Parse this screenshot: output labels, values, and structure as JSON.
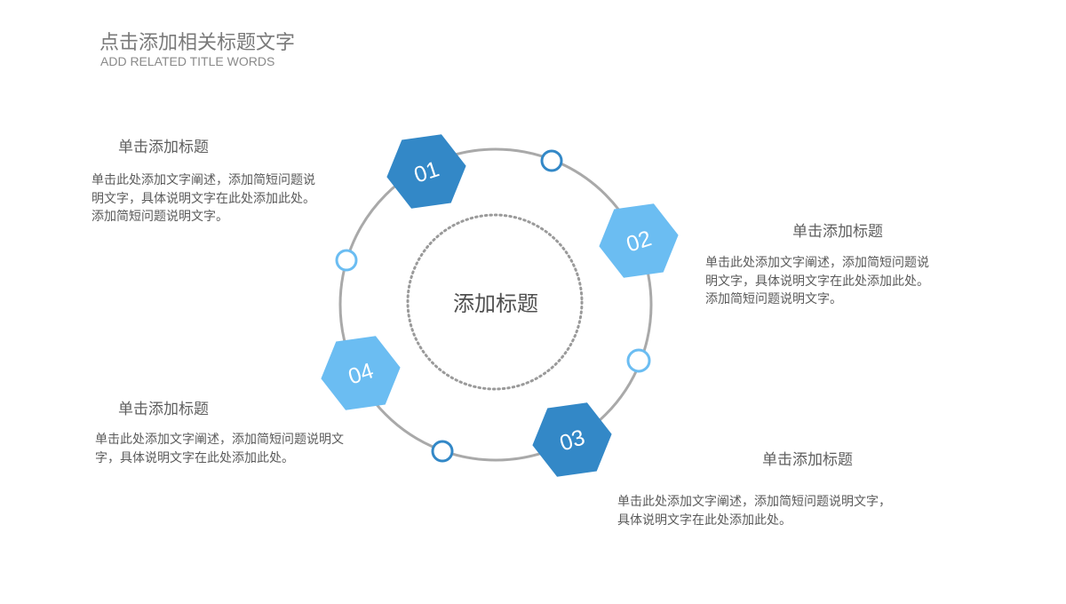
{
  "header": {
    "title": "点击添加相关标题文字",
    "subtitle": "ADD RELATED TITLE WORDS"
  },
  "center": {
    "title": "添加标题"
  },
  "colors": {
    "dark_blue": "#3388c7",
    "light_blue": "#6bbdf2",
    "ring_gray": "#a9a9a9",
    "dot_gray": "#9a9a9a"
  },
  "steps": [
    {
      "number": "01",
      "color": "dark"
    },
    {
      "number": "02",
      "color": "light"
    },
    {
      "number": "03",
      "color": "dark"
    },
    {
      "number": "04",
      "color": "light"
    }
  ],
  "blocks": [
    {
      "title": "单击添加标题",
      "desc": "单击此处添加文字阐述，添加简短问题说明文字，具体说明文字在此处添加此处。添加简短问题说明文字。"
    },
    {
      "title": "单击添加标题",
      "desc": "单击此处添加文字阐述，添加简短问题说明文字，具体说明文字在此处添加此处。添加简短问题说明文字。"
    },
    {
      "title": "单击添加标题",
      "desc": "单击此处添加文字阐述，添加简短问题说明文字，具体说明文字在此处添加此处。"
    },
    {
      "title": "单击添加标题",
      "desc": "单击此处添加文字阐述，添加简短问题说明文字，具体说明文字在此处添加此处。"
    }
  ]
}
